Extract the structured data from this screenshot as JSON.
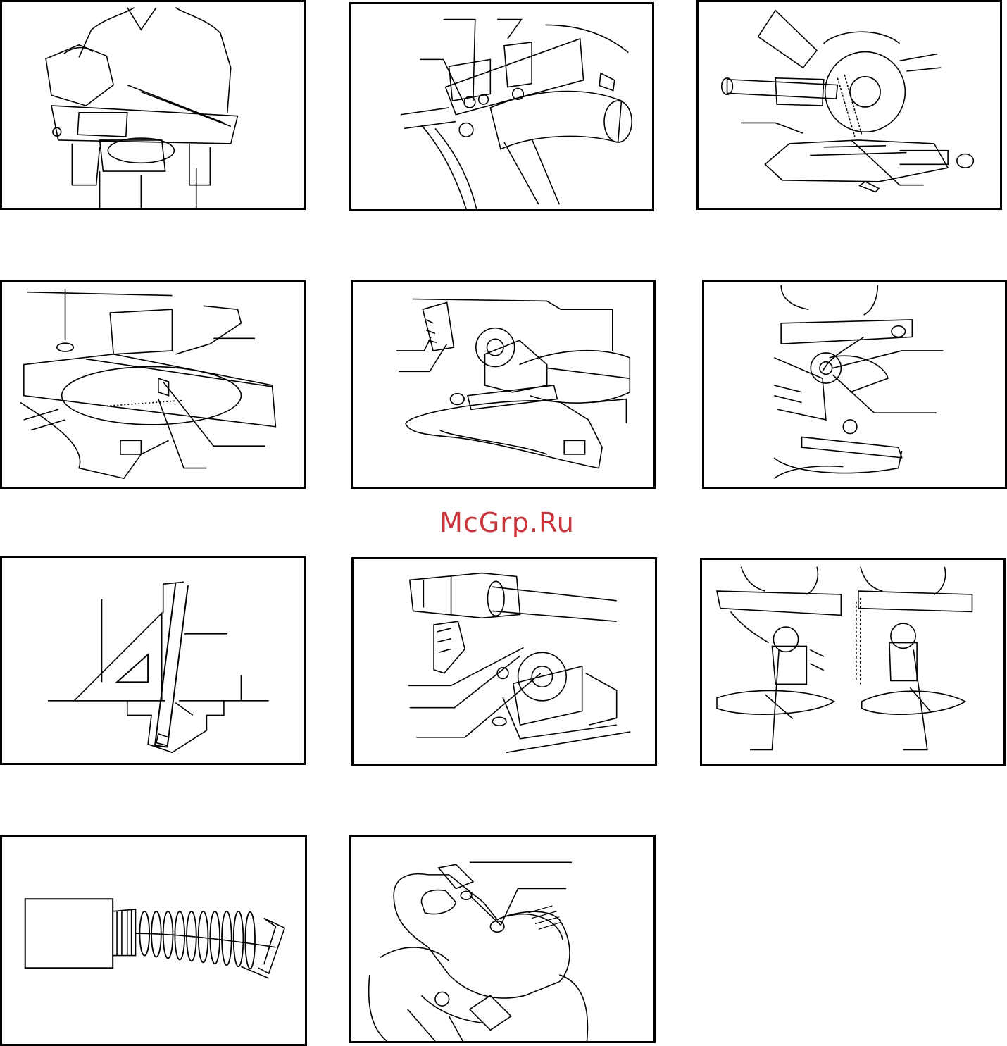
{
  "watermark": {
    "text": "McGrp.Ru",
    "color": "#c8343a"
  },
  "figures": [
    {
      "name": "figure-carrying-saw",
      "subject": "person-carrying-saw-icon"
    },
    {
      "name": "figure-fence-bolts",
      "subject": "fence-bolt-icon"
    },
    {
      "name": "figure-dust-bag-saw",
      "subject": "miter-saw-icon"
    },
    {
      "name": "figure-turn-base-scale",
      "subject": "turn-base-icon"
    },
    {
      "name": "figure-bevel-lever",
      "subject": "bevel-lever-icon"
    },
    {
      "name": "figure-bevel-adjust",
      "subject": "bevel-adjust-icon"
    },
    {
      "name": "figure-triangle-square",
      "subject": "triangle-square-icon"
    },
    {
      "name": "figure-bevel-pointer",
      "subject": "bevel-pointer-icon"
    },
    {
      "name": "figure-bevel-stops",
      "subject": "bevel-stop-icon"
    },
    {
      "name": "figure-carbon-brush",
      "subject": "carbon-brush-icon"
    },
    {
      "name": "figure-brush-holder-cap",
      "subject": "brush-cap-icon"
    }
  ]
}
